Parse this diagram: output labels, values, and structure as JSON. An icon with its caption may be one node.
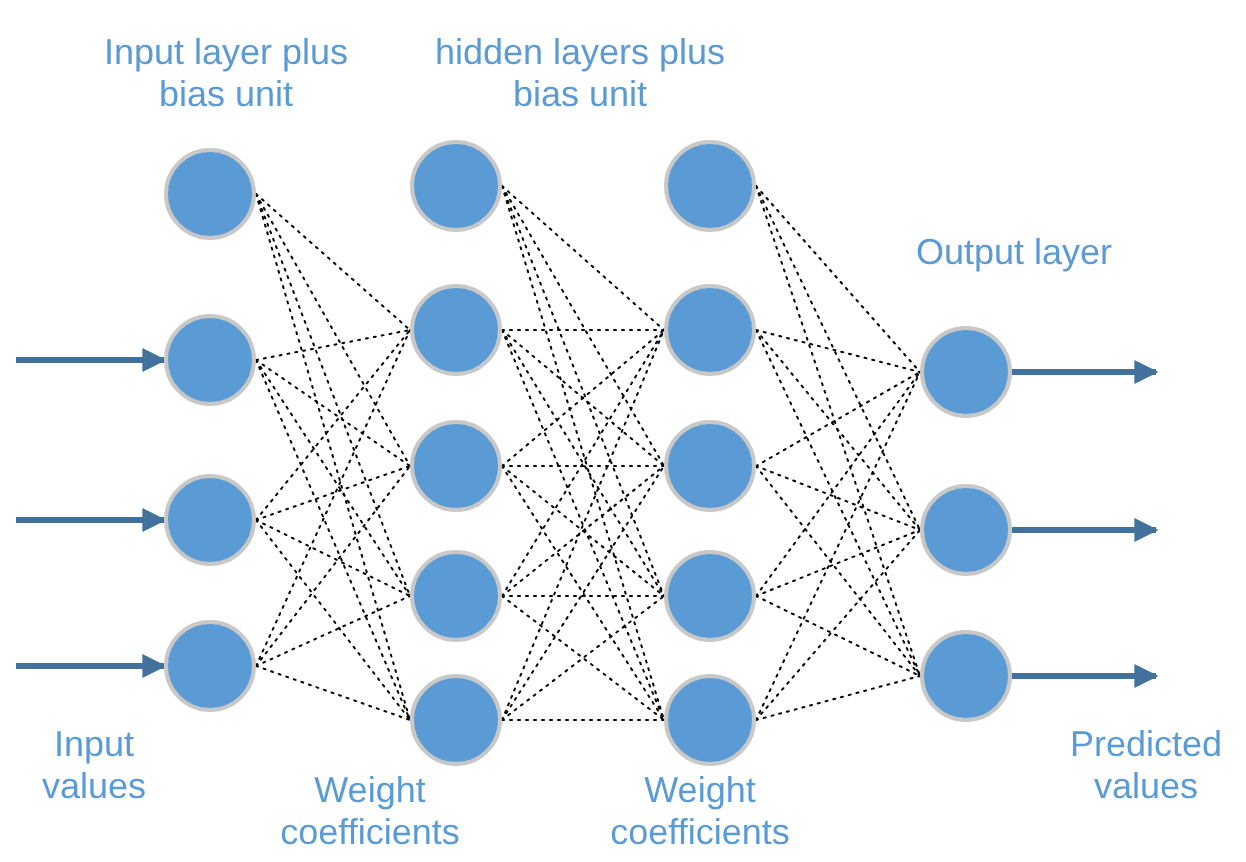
{
  "diagram": {
    "nodes": [
      {
        "text": [],
        "shape": "circle"
      },
      {
        "text": [],
        "shape": "circle"
      },
      {
        "text": [],
        "shape": "circle"
      },
      {
        "text": [],
        "shape": "circle"
      },
      {
        "text": [],
        "shape": "circle"
      },
      {
        "text": [],
        "shape": "circle"
      },
      {
        "text": [],
        "shape": "circle"
      },
      {
        "text": [],
        "shape": "circle"
      },
      {
        "text": [],
        "shape": "circle"
      },
      {
        "text": [],
        "shape": "circle"
      },
      {
        "text": [],
        "shape": "circle"
      },
      {
        "text": [],
        "shape": "circle"
      },
      {
        "text": [],
        "shape": "circle"
      },
      {
        "text": [],
        "shape": "circle"
      },
      {
        "text": [],
        "shape": "circle"
      },
      {
        "text": [],
        "shape": "circle"
      },
      {
        "text": [],
        "shape": "circle"
      }
    ],
    "edges": [
      {
        "from": null,
        "to": 1,
        "arrow": "to",
        "style": "thick",
        "color": "#41719c"
      },
      {
        "from": null,
        "to": 2,
        "arrow": "to",
        "style": "thick",
        "color": "#41719c"
      },
      {
        "from": null,
        "to": 3,
        "arrow": "to",
        "style": "thick",
        "color": "#41719c"
      },
      {
        "from": 0,
        "to": 5,
        "arrow": "none",
        "style": "dashed"
      },
      {
        "from": 0,
        "to": 6,
        "arrow": "none",
        "style": "dashed"
      },
      {
        "from": 0,
        "to": 7,
        "arrow": "none",
        "style": "dashed"
      },
      {
        "from": 0,
        "to": 8,
        "arrow": "none",
        "style": "dashed"
      },
      {
        "from": 1,
        "to": 5,
        "arrow": "none",
        "style": "dashed"
      },
      {
        "from": 1,
        "to": 6,
        "arrow": "none",
        "style": "dashed"
      },
      {
        "from": 1,
        "to": 7,
        "arrow": "none",
        "style": "dashed"
      },
      {
        "from": 1,
        "to": 8,
        "arrow": "none",
        "style": "dashed"
      },
      {
        "from": 2,
        "to": 5,
        "arrow": "none",
        "style": "dashed"
      },
      {
        "from": 2,
        "to": 6,
        "arrow": "none",
        "style": "dashed"
      },
      {
        "from": 2,
        "to": 7,
        "arrow": "none",
        "style": "dashed"
      },
      {
        "from": 2,
        "to": 8,
        "arrow": "none",
        "style": "dashed"
      },
      {
        "from": 3,
        "to": 5,
        "arrow": "none",
        "style": "dashed"
      },
      {
        "from": 3,
        "to": 6,
        "arrow": "none",
        "style": "dashed"
      },
      {
        "from": 3,
        "to": 7,
        "arrow": "none",
        "style": "dashed"
      },
      {
        "from": 3,
        "to": 8,
        "arrow": "none",
        "style": "dashed"
      },
      {
        "from": 4,
        "to": 10,
        "arrow": "none",
        "style": "dashed"
      },
      {
        "from": 4,
        "to": 11,
        "arrow": "none",
        "style": "dashed"
      },
      {
        "from": 4,
        "to": 12,
        "arrow": "none",
        "style": "dashed"
      },
      {
        "from": 4,
        "to": 13,
        "arrow": "none",
        "style": "dashed"
      },
      {
        "from": 5,
        "to": 10,
        "arrow": "none",
        "style": "dashed"
      },
      {
        "from": 5,
        "to": 11,
        "arrow": "none",
        "style": "dashed"
      },
      {
        "from": 5,
        "to": 12,
        "arrow": "none",
        "style": "dashed"
      },
      {
        "from": 5,
        "to": 13,
        "arrow": "none",
        "style": "dashed"
      },
      {
        "from": 6,
        "to": 10,
        "arrow": "none",
        "style": "dashed"
      },
      {
        "from": 6,
        "to": 11,
        "arrow": "none",
        "style": "dashed"
      },
      {
        "from": 6,
        "to": 12,
        "arrow": "none",
        "style": "dashed"
      },
      {
        "from": 6,
        "to": 13,
        "arrow": "none",
        "style": "dashed"
      },
      {
        "from": 7,
        "to": 10,
        "arrow": "none",
        "style": "dashed"
      },
      {
        "from": 7,
        "to": 11,
        "arrow": "none",
        "style": "dashed"
      },
      {
        "from": 7,
        "to": 12,
        "arrow": "none",
        "style": "dashed"
      },
      {
        "from": 7,
        "to": 13,
        "arrow": "none",
        "style": "dashed"
      },
      {
        "from": 8,
        "to": 10,
        "arrow": "none",
        "style": "dashed"
      },
      {
        "from": 8,
        "to": 11,
        "arrow": "none",
        "style": "dashed"
      },
      {
        "from": 8,
        "to": 12,
        "arrow": "none",
        "style": "dashed"
      },
      {
        "from": 8,
        "to": 13,
        "arrow": "none",
        "style": "dashed"
      },
      {
        "from": 9,
        "to": 14,
        "arrow": "none",
        "style": "dashed"
      },
      {
        "from": 9,
        "to": 15,
        "arrow": "none",
        "style": "dashed"
      },
      {
        "from": 9,
        "to": 16,
        "arrow": "none",
        "style": "dashed"
      },
      {
        "from": 10,
        "to": 14,
        "arrow": "none",
        "style": "dashed"
      },
      {
        "from": 10,
        "to": 15,
        "arrow": "none",
        "style": "dashed"
      },
      {
        "from": 10,
        "to": 16,
        "arrow": "none",
        "style": "dashed"
      },
      {
        "from": 11,
        "to": 14,
        "arrow": "none",
        "style": "dashed"
      },
      {
        "from": 11,
        "to": 15,
        "arrow": "none",
        "style": "dashed"
      },
      {
        "from": 11,
        "to": 16,
        "arrow": "none",
        "style": "dashed"
      },
      {
        "from": 12,
        "to": 14,
        "arrow": "none",
        "style": "dashed"
      },
      {
        "from": 12,
        "to": 15,
        "arrow": "none",
        "style": "dashed"
      },
      {
        "from": 12,
        "to": 16,
        "arrow": "none",
        "style": "dashed"
      },
      {
        "from": 13,
        "to": 14,
        "arrow": "none",
        "style": "dashed"
      },
      {
        "from": 13,
        "to": 15,
        "arrow": "none",
        "style": "dashed"
      },
      {
        "from": 13,
        "to": 16,
        "arrow": "none",
        "style": "dashed"
      },
      {
        "from": 14,
        "to": null,
        "arrow": "to",
        "style": "thick",
        "color": "#41719c"
      },
      {
        "from": 15,
        "to": null,
        "arrow": "to",
        "style": "thick",
        "color": "#41719c"
      },
      {
        "from": 16,
        "to": null,
        "arrow": "to",
        "style": "thick",
        "color": "#41719c"
      }
    ],
    "labels": [
      "Input layer plus bias unit",
      "hidden layers plus bias unit",
      "Output layer",
      "Input values",
      "Weight coefficients",
      "Weight coefficients",
      "Predicted values"
    ]
  }
}
